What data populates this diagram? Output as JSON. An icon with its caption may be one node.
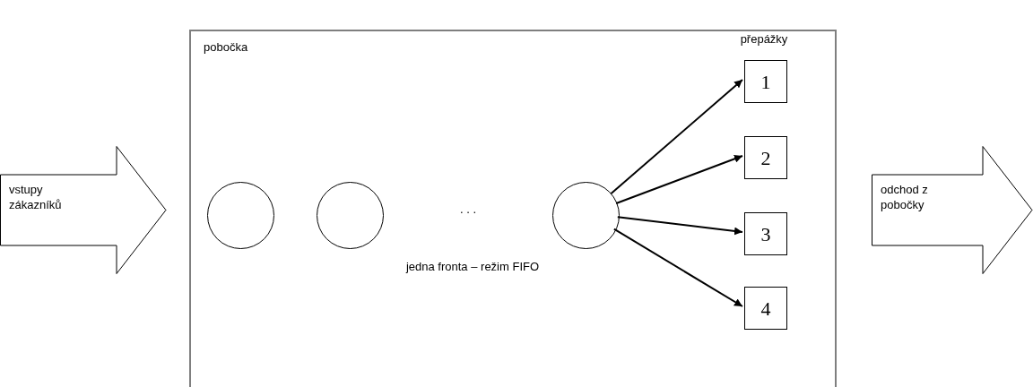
{
  "diagram": {
    "nodes": [
      {
        "text": [
          "vstupy zákazníků"
        ]
      },
      {
        "text": [
          "pobočka"
        ]
      },
      {
        "text": [],
        "shape": "circle",
        "in": 1
      },
      {
        "text": [],
        "shape": "circle",
        "in": 1
      },
      {
        "text": [],
        "shape": "circle",
        "in": 1
      },
      {
        "text": [
          "1"
        ],
        "in": 1
      },
      {
        "text": [
          "2"
        ],
        "in": 1
      },
      {
        "text": [
          "3"
        ],
        "in": 1
      },
      {
        "text": [
          "4"
        ],
        "in": 1
      },
      {
        "text": [
          "odchod z pobočky"
        ]
      }
    ],
    "edges": [
      {
        "from": 4,
        "to": 5,
        "arrow": "to"
      },
      {
        "from": 4,
        "to": 6,
        "arrow": "to"
      },
      {
        "from": 4,
        "to": 7,
        "arrow": "to"
      },
      {
        "from": 4,
        "to": 8,
        "arrow": "to"
      }
    ],
    "labels": [
      "přepážky",
      ". . .",
      "jedna fronta – režim FIFO"
    ]
  }
}
